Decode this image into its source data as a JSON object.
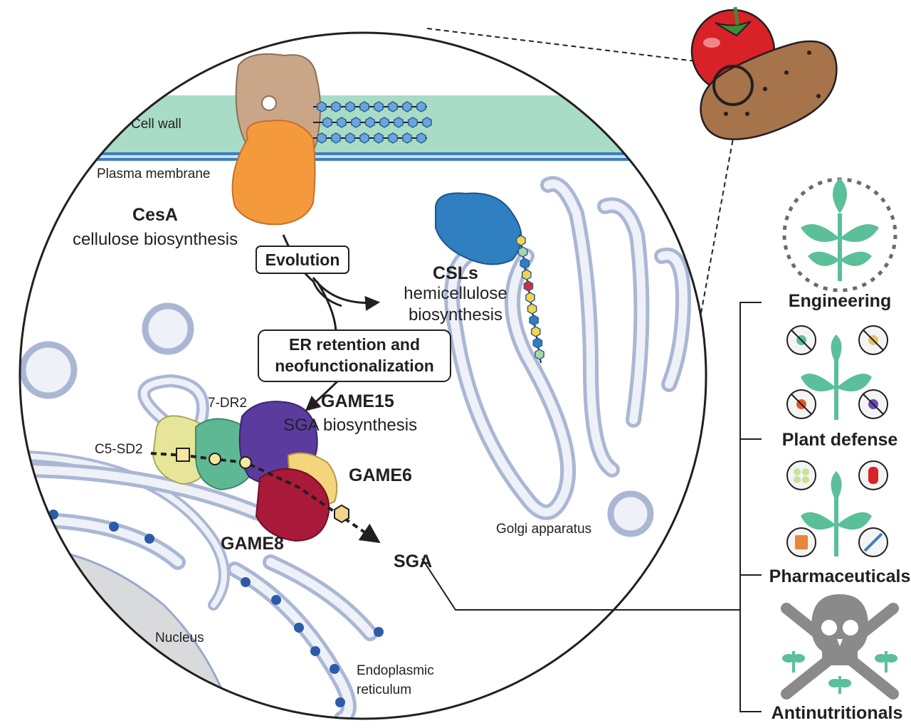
{
  "labels": {
    "cell_wall": "Cell wall",
    "plasma_membrane": "Plasma membrane",
    "cesa_title": "CesA",
    "cesa_sub": "cellulose biosynthesis",
    "evolution": "Evolution",
    "csls_title": "CSLs",
    "csls_sub1": "hemicellulose",
    "csls_sub2": "biosynthesis",
    "er_retention_1": "ER retention and",
    "er_retention_2": "neofunctionalization",
    "dr2": "7-DR2",
    "game15_title": "GAME15",
    "game15_sub": "SGA biosynthesis",
    "c5sd2": "C5-SD2",
    "game6": "GAME6",
    "game8": "GAME8",
    "sga": "SGA",
    "golgi": "Golgi apparatus",
    "nucleus": "Nucleus",
    "er_1": "Endoplasmic",
    "er_2": "reticulum"
  },
  "applications": {
    "engineering": "Engineering",
    "plant_defense": "Plant defense",
    "pharmaceuticals": "Pharmaceuticals",
    "antinutritionals": "Antinutritionals"
  },
  "icons": [
    "tomato-icon",
    "potato-icon",
    "gear-plant-icon",
    "pest-plant-icon",
    "medicine-plant-icon",
    "skull-crossbones-icon"
  ],
  "colors": {
    "cell_wall": "#a8dcc6",
    "membrane": "#3f7fc1",
    "er": "#c9d3e6",
    "cesa_tan": "#c9a688",
    "cesa_orange": "#f59a3c",
    "csl_blue": "#2f7fc1",
    "game15": "#5b3b9e",
    "game6": "#f3d67b",
    "game8": "#a8193a",
    "dr2": "#5fb894",
    "c5sd2": "#e6e59a",
    "plant_green": "#5bbf9a",
    "skull_gray": "#8a8a8a"
  }
}
